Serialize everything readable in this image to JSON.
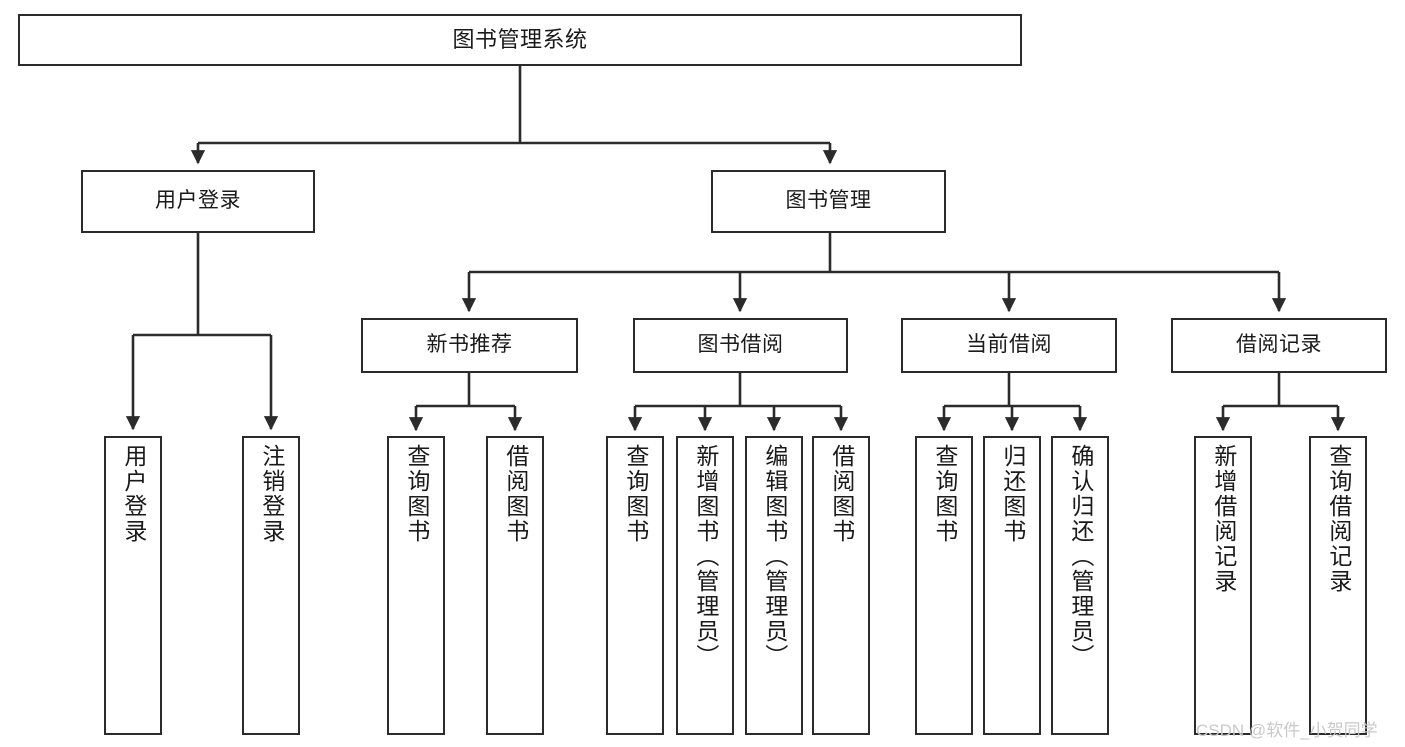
{
  "diagram": {
    "title": "图书管理系统",
    "type": "tree",
    "colors": {
      "box_border": "#2b2b2b",
      "box_fill": "#ffffff",
      "edge": "#2b2b2b",
      "text": "#1a1a1a",
      "watermark": "#c9c9c9",
      "background": "#ffffff"
    },
    "nodes": {
      "root": {
        "label": "图书管理系统"
      },
      "level2": [
        {
          "id": "user-login",
          "label": "用户登录"
        },
        {
          "id": "book-manage",
          "label": "图书管理"
        }
      ],
      "level3": [
        {
          "id": "new-book-recommend",
          "label": "新书推荐"
        },
        {
          "id": "book-borrow",
          "label": "图书借阅"
        },
        {
          "id": "current-borrow",
          "label": "当前借阅"
        },
        {
          "id": "borrow-record",
          "label": "借阅记录"
        }
      ],
      "leaves": {
        "user_login": [
          {
            "id": "leaf-user-login",
            "label": "用户登录"
          },
          {
            "id": "leaf-logout-login",
            "label": "注销登录"
          }
        ],
        "new_book_recommend": [
          {
            "id": "leaf-query-book-1",
            "label": "查询图书"
          },
          {
            "id": "leaf-borrow-book-1",
            "label": "借阅图书"
          }
        ],
        "book_borrow": [
          {
            "id": "leaf-query-book-2",
            "label": "查询图书"
          },
          {
            "id": "leaf-add-book",
            "label": "新增图书（管理员）"
          },
          {
            "id": "leaf-edit-book",
            "label": "编辑图书（管理员）"
          },
          {
            "id": "leaf-borrow-book-2",
            "label": "借阅图书"
          }
        ],
        "current_borrow": [
          {
            "id": "leaf-query-book-3",
            "label": "查询图书"
          },
          {
            "id": "leaf-return-book",
            "label": "归还图书"
          },
          {
            "id": "leaf-confirm-return",
            "label": "确认归还（管理员）"
          }
        ],
        "borrow_record": [
          {
            "id": "leaf-add-record",
            "label": "新增借阅记录"
          },
          {
            "id": "leaf-query-record",
            "label": "查询借阅记录"
          }
        ]
      }
    }
  },
  "watermark": {
    "text": "CSDN @软件_小贺同学"
  }
}
